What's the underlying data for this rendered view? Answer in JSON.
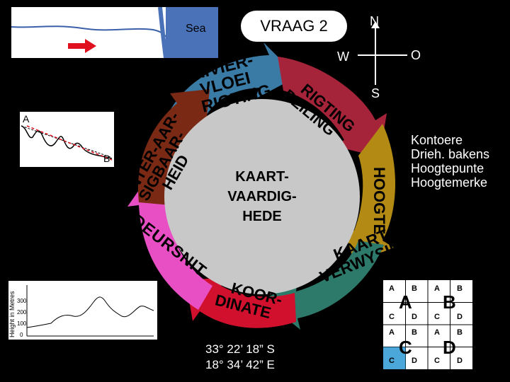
{
  "title": "VRAAG 2",
  "sea_map": {
    "label": "Sea"
  },
  "compass": {
    "n": "N",
    "s": "S",
    "w": "W",
    "e": "O"
  },
  "center": {
    "line1": "KAART-",
    "line2": "VAARDIG-",
    "line3": "HEDE"
  },
  "segments": {
    "river_1": "RIVIER-",
    "river_2": "VLOEI",
    "river_3": "RIGTING",
    "dir_1": "RIGTING",
    "dir_2": "PEILING",
    "height": "HOOGTE",
    "scale_1": "KAART",
    "scale_2": "VERWYSING",
    "coords_1": "KOOR-",
    "coords_2": "DINATE",
    "cross_1": "DEURSNIT",
    "interval_1": "INTER-",
    "interval_2": "AAR-",
    "interval_3": "SIGBAAR-",
    "interval_4": "HEID"
  },
  "profile": {
    "a": "A",
    "b": "B"
  },
  "height_list": [
    "Kontoere",
    "Drieh. bakens",
    "Hoogtepunte",
    "Hoogtemerke"
  ],
  "coordinates": {
    "lat": "33° 22’ 18” S",
    "lon": "18° 34’ 42” E"
  },
  "graph": {
    "ylabel": "Height in Metres",
    "ticks": [
      "300",
      "200",
      "100",
      "0"
    ]
  },
  "grid": {
    "small": [
      "A",
      "B",
      "A",
      "B",
      "C",
      "D",
      "C",
      "D",
      "A",
      "B",
      "A",
      "B",
      "C",
      "D",
      "C",
      "D"
    ],
    "big": [
      "A",
      "B",
      "C",
      "D"
    ]
  },
  "colors": {
    "river": "#3a7ba6",
    "direction": "#a6243a",
    "height": "#b28a14",
    "scale": "#2e7a6a",
    "coords": "#d0102c",
    "cross": "#e94fc4",
    "interval": "#7a2a14",
    "center": "#c8c8c8"
  }
}
